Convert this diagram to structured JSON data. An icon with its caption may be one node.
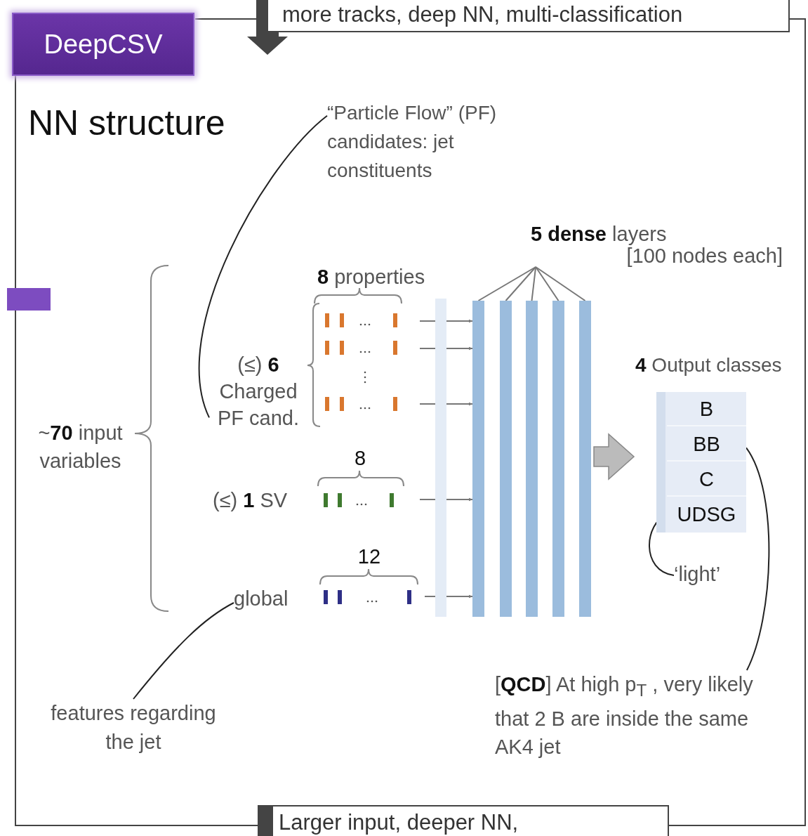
{
  "diagram": {
    "title": "NN structure",
    "nodes": [
      {
        "text": [
          "DeepCSV"
        ]
      },
      {
        "text": [
          "more tracks, deep NN, multi-classification"
        ]
      },
      {
        "text": [
          "Larger input, deeper NN,"
        ]
      },
      {
        "text": [
          "“Particle Flow” (PF) candidates: jet constituents"
        ]
      },
      {
        "text": [
          "(≤) **6** Charged PF cand."
        ]
      },
      {
        "text": [
          "global"
        ]
      },
      {
        "text": [
          "features regarding the jet"
        ]
      },
      {
        "text": [
          "**5 dense** layers",
          "[100 nodes each]"
        ]
      },
      {
        "text": [],
        "shape": "bar"
      },
      {
        "text": [],
        "shape": "bar"
      },
      {
        "text": [],
        "shape": "bar"
      },
      {
        "text": [],
        "shape": "bar"
      },
      {
        "text": [],
        "shape": "bar"
      },
      {
        "text": [],
        "shape": "bar"
      },
      {
        "text": [
          "**4** Output classes"
        ]
      },
      {
        "text": [
          "B"
        ],
        "in": 14
      },
      {
        "text": [
          "BB"
        ],
        "in": 14
      },
      {
        "text": [
          "C"
        ],
        "in": 14
      },
      {
        "text": [
          "UDSG"
        ],
        "in": 14
      },
      {
        "text": [
          "‘light’"
        ]
      },
      {
        "text": [
          "[**QCD**] At high p$_{T}$ , very likely that 2 B are inside the same AK4 jet"
        ]
      }
    ],
    "edges": [
      {
        "from": 3,
        "to": 4,
        "arrow": "none",
        "color": "#222222"
      },
      {
        "from": 6,
        "to": 5,
        "arrow": "none",
        "color": "#222222"
      },
      {
        "from": null,
        "to": 9,
        "arrow": "to"
      },
      {
        "from": null,
        "to": 9,
        "arrow": "to"
      },
      {
        "from": null,
        "to": 9,
        "arrow": "to"
      },
      {
        "from": null,
        "to": 9,
        "arrow": "to"
      },
      {
        "from": null,
        "to": 9,
        "arrow": "to"
      },
      {
        "from": 7,
        "to": 9,
        "arrow": "none"
      },
      {
        "from": 7,
        "to": 10,
        "arrow": "none"
      },
      {
        "from": 7,
        "to": 11,
        "arrow": "none"
      },
      {
        "from": 7,
        "to": 12,
        "arrow": "none"
      },
      {
        "from": 7,
        "to": 13,
        "arrow": "none"
      },
      {
        "from": 13,
        "to": 14,
        "arrow": "to",
        "style": "thick",
        "color": "#bbbbbb"
      },
      {
        "from": 16,
        "to": 20,
        "arrow": "none",
        "color": "#222222"
      },
      {
        "from": 18,
        "to": 19,
        "arrow": "none",
        "color": "#222222"
      }
    ],
    "labels": [
      "**8** properties",
      "~**70** input variables",
      "8",
      "(≤) **1** SV",
      "12"
    ]
  }
}
